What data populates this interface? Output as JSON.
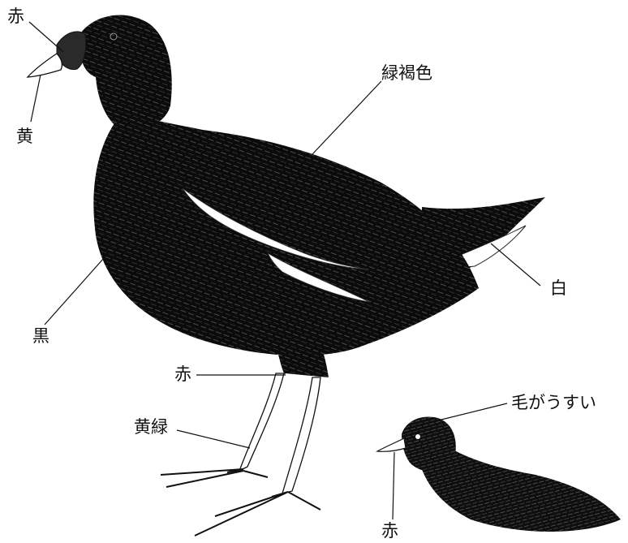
{
  "labels": {
    "bill_base": "赤",
    "bill_tip": "黄",
    "back": "緑褐色",
    "undertail": "白",
    "body": "黒",
    "thigh": "赤",
    "legs": "黄緑",
    "chick_head": "毛がうすい",
    "chick_bill": "赤"
  },
  "colors": {
    "ink": "#111111",
    "paper": "#ffffff"
  }
}
